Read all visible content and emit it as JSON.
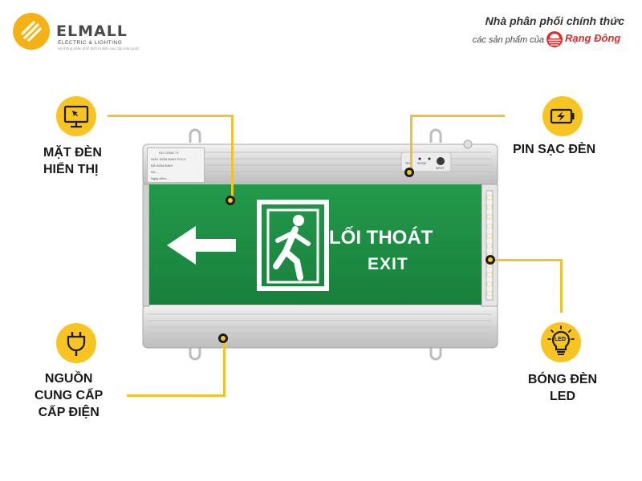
{
  "brand": {
    "name": "ELMALL",
    "subtitle": "ELECTRIC & LIGHTING",
    "tagline": "Hệ thống phân phối thiết bị điện cao cấp toàn quốc"
  },
  "distributor": {
    "title": "Nhà phân phối chính thức",
    "subtitle": "các sản phẩm của",
    "partner": "Rạng Đông"
  },
  "sign": {
    "line1": "LỐI THOÁT",
    "line2": "EXIT",
    "sticker": {
      "company": "RD CÔNG TY",
      "line1": "GIẤY KIỂM ĐỊNH PCCC",
      "line2": "ĐÃ KIỂM ĐỊNH",
      "line3": "Số: ...",
      "line4": "Ngày kiểm: ..."
    },
    "switch_labels": [
      "TEST",
      "SHOW",
      "INPUT"
    ]
  },
  "callouts": {
    "display": {
      "line1": "MẶT ĐÈN",
      "line2": "HIỂN THỊ",
      "icon": "monitor-icon"
    },
    "battery": {
      "line1": "PIN SẠC ĐÈN",
      "icon": "battery-charging-icon"
    },
    "power": {
      "line1": "NGUỒN",
      "line2": "CUNG CẤP",
      "line3": "CẤP ĐIỆN",
      "icon": "power-plug-icon"
    },
    "led": {
      "line1": "BÓNG ĐÈN",
      "line2": "LED",
      "icon": "led-bulb-icon",
      "icon_text": "LED"
    }
  },
  "colors": {
    "accent": "#f7c421",
    "sign_green": "#1e8c43",
    "housing": "#dcdcdc",
    "brand_red": "#e32b2b",
    "text": "#1a1a1a"
  }
}
